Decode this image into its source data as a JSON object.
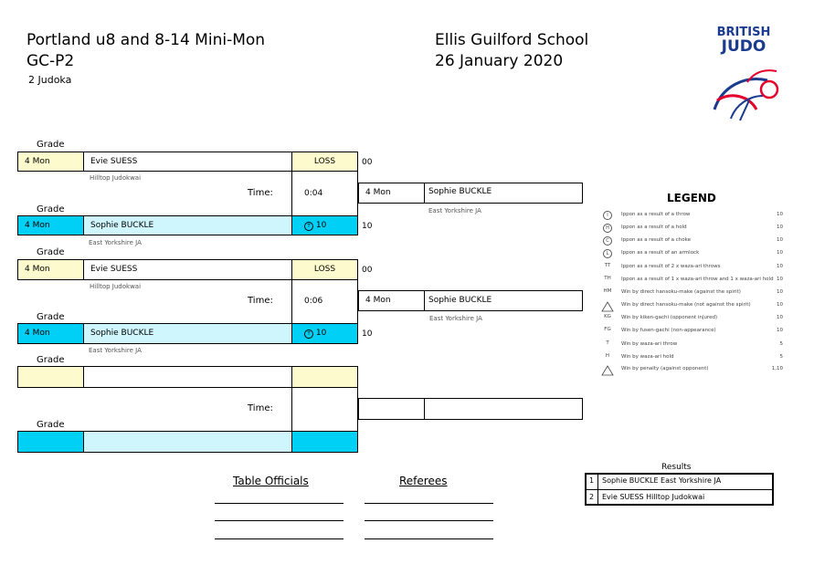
{
  "header": {
    "title_line1": "Portland u8 and 8-14 Mini-Mon",
    "title_line2": "GC-P2",
    "count": "2 Judoka",
    "venue": "Ellis Guilford School",
    "date": "26 January 2020"
  },
  "logo": {
    "line1": "BRITISH",
    "line2": "JUDO"
  },
  "labels": {
    "grade": "Grade",
    "time": "Time:",
    "table_officials": "Table Officials",
    "referees": "Referees",
    "results": "Results",
    "legend": "LEGEND"
  },
  "matches": [
    {
      "white": {
        "grade": "4 Mon",
        "name": "Evie SUESS",
        "club": "Hilltop Judokwai",
        "result": "LOSS",
        "score": "00"
      },
      "blue": {
        "grade": "4 Mon",
        "name": "Sophie BUCKLE",
        "club": "East Yorkshire JA",
        "result": "10",
        "score": "10"
      },
      "time": "0:04",
      "winner": {
        "grade": "4 Mon",
        "name": "Sophie BUCKLE",
        "club": "East Yorkshire JA"
      }
    },
    {
      "white": {
        "grade": "4 Mon",
        "name": "Evie SUESS",
        "club": "Hilltop Judokwai",
        "result": "LOSS",
        "score": "00"
      },
      "blue": {
        "grade": "4 Mon",
        "name": "Sophie BUCKLE",
        "club": "East Yorkshire JA",
        "result": "10",
        "score": "10"
      },
      "time": "0:06",
      "winner": {
        "grade": "4 Mon",
        "name": "Sophie BUCKLE",
        "club": "East Yorkshire JA"
      }
    }
  ],
  "legend": [
    {
      "sym": "I",
      "text": "Ippon as a result of a throw",
      "pts": "10"
    },
    {
      "sym": "H",
      "text": "Ippon as a result of a hold",
      "pts": "10"
    },
    {
      "sym": "C",
      "text": "Ippon as a result of a choke",
      "pts": "10"
    },
    {
      "sym": "L",
      "text": "Ippon as a result of an armlock",
      "pts": "10"
    },
    {
      "sym": "TT",
      "text": "Ippon as a result of 2 x waza-ari throws",
      "pts": "10"
    },
    {
      "sym": "TH",
      "text": "Ippon as a result of 1 x waza-ari throw and 1 x waza-ari hold",
      "pts": "10"
    },
    {
      "sym": "HM",
      "text": "Win by direct hansoku-make (against the spirit)",
      "pts": "10"
    },
    {
      "sym": "HM",
      "text": "Win by direct hansoku-make (not against the spirit)",
      "pts": "10"
    },
    {
      "sym": "KG",
      "text": "Win by kiken-gachi (opponent injured)",
      "pts": "10"
    },
    {
      "sym": "FG",
      "text": "Win by fusen-gachi (non-appearance)",
      "pts": "10"
    },
    {
      "sym": "T",
      "text": "Win by waza-ari throw",
      "pts": "5"
    },
    {
      "sym": "H",
      "text": "Win by waza-ari hold",
      "pts": "5"
    },
    {
      "sym": "P",
      "text": "Win by penalty (against opponent)",
      "pts": "1,10"
    }
  ],
  "results": [
    {
      "pos": "1",
      "text": "Sophie BUCKLE East Yorkshire JA"
    },
    {
      "pos": "2",
      "text": "Evie SUESS Hilltop Judokwai"
    }
  ],
  "colors": {
    "white_fill": "#fdfbcd",
    "blue_fill": "#01d0f6",
    "name_blue_fill": "#cff6fd",
    "logo_blue": "#1b3b8f",
    "logo_red": "#e4002b"
  }
}
